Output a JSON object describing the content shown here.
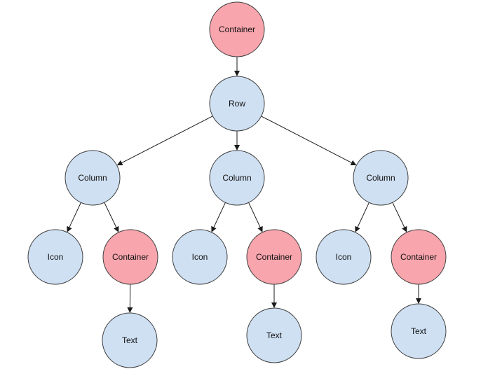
{
  "colors": {
    "container_fill": "#f8a5ad",
    "widget_fill": "#cfe0f3",
    "stroke": "#3f3f3f",
    "edge": "#1a1a1a"
  },
  "nodes": [
    {
      "id": "root-container",
      "label": "Container",
      "kind": "container"
    },
    {
      "id": "row",
      "label": "Row",
      "kind": "widget"
    },
    {
      "id": "column-1",
      "label": "Column",
      "kind": "widget"
    },
    {
      "id": "column-2",
      "label": "Column",
      "kind": "widget"
    },
    {
      "id": "column-3",
      "label": "Column",
      "kind": "widget"
    },
    {
      "id": "icon-1",
      "label": "Icon",
      "kind": "widget"
    },
    {
      "id": "container-1",
      "label": "Container",
      "kind": "container"
    },
    {
      "id": "icon-2",
      "label": "Icon",
      "kind": "widget"
    },
    {
      "id": "container-2",
      "label": "Container",
      "kind": "container"
    },
    {
      "id": "icon-3",
      "label": "Icon",
      "kind": "widget"
    },
    {
      "id": "container-3",
      "label": "Container",
      "kind": "container"
    },
    {
      "id": "text-1",
      "label": "Text",
      "kind": "widget"
    },
    {
      "id": "text-2",
      "label": "Text",
      "kind": "widget"
    },
    {
      "id": "text-3",
      "label": "Text",
      "kind": "widget"
    }
  ],
  "edges": [
    [
      "root-container",
      "row"
    ],
    [
      "row",
      "column-1"
    ],
    [
      "row",
      "column-2"
    ],
    [
      "row",
      "column-3"
    ],
    [
      "column-1",
      "icon-1"
    ],
    [
      "column-1",
      "container-1"
    ],
    [
      "column-2",
      "icon-2"
    ],
    [
      "column-2",
      "container-2"
    ],
    [
      "column-3",
      "icon-3"
    ],
    [
      "column-3",
      "container-3"
    ],
    [
      "container-1",
      "text-1"
    ],
    [
      "container-2",
      "text-2"
    ],
    [
      "container-3",
      "text-3"
    ]
  ]
}
